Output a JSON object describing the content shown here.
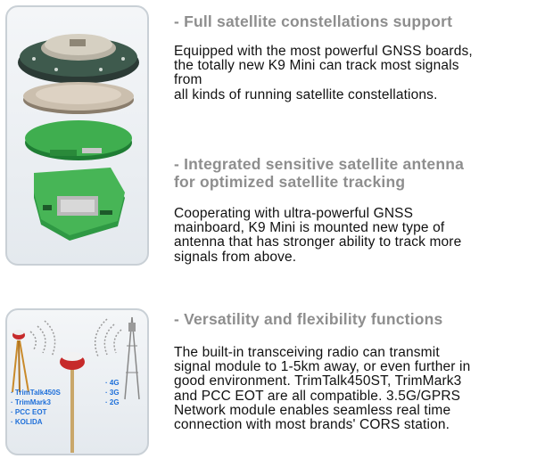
{
  "sections": [
    {
      "heading": [
        "- Full satellite constellations support"
      ],
      "body": [
        "Equipped with the most powerful GNSS boards,",
        "the totally new K9 Mini can track most signals",
        "from",
        "all kinds of running satellite constellations."
      ]
    },
    {
      "heading": [
        "- Integrated sensitive satellite antenna",
        "for optimized satellite tracking"
      ],
      "body": [
        "Cooperating with ultra-powerful GNSS",
        "mainboard, K9 Mini is mounted new type of",
        "antenna that has stronger ability to track more",
        "signals from above."
      ]
    },
    {
      "heading": [
        "- Versatility and flexibility functions"
      ],
      "body": [
        "The built-in transceiving radio can transmit",
        "signal module to 1-5km away, or even further in",
        "good environment. TrimTalk450ST, TrimMark3",
        "and PCC EOT are all compatible. 3.5G/GPRS",
        "Network module enables seamless real time",
        "connection with most brands' CORS station."
      ]
    }
  ],
  "illustration": {
    "radio_protocols": [
      "· TrimTalk450S",
      "· TrimMark3",
      "· PCC EOT",
      "· KOLIDA"
    ],
    "networks": [
      "· 4G",
      "· 3G",
      "· 2G"
    ],
    "label_color": "#1e6fd9"
  }
}
